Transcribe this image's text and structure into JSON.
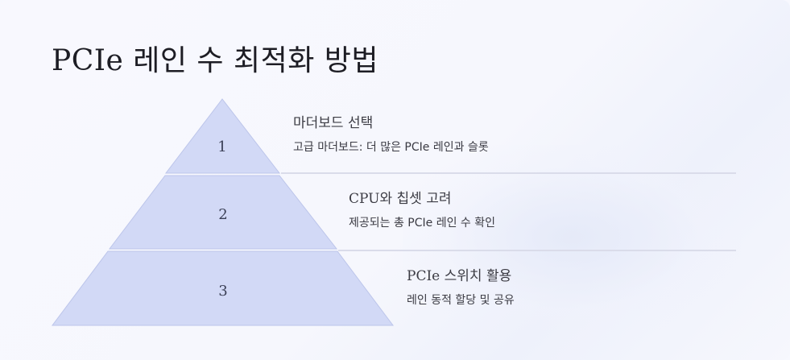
{
  "title": "PCIe 레인 수 최적화 방법",
  "colors": {
    "tier_fill": "#d2d9f6",
    "tier_stroke": "#b9c2e8",
    "separator": "#dadcea",
    "background": "#f7f8fe",
    "title_text": "#1d1d24"
  },
  "tiers": [
    {
      "number": "1",
      "heading": "마더보드 선택",
      "description": "고급 마더보드: 더 많은 PCIe 레인과 슬롯"
    },
    {
      "number": "2",
      "heading": "CPU와 칩셋 고려",
      "description": "제공되는 총 PCIe 레인 수 확인"
    },
    {
      "number": "3",
      "heading": "PCIe 스위치 활용",
      "description": "레인 동적 할당 및 공유"
    }
  ]
}
